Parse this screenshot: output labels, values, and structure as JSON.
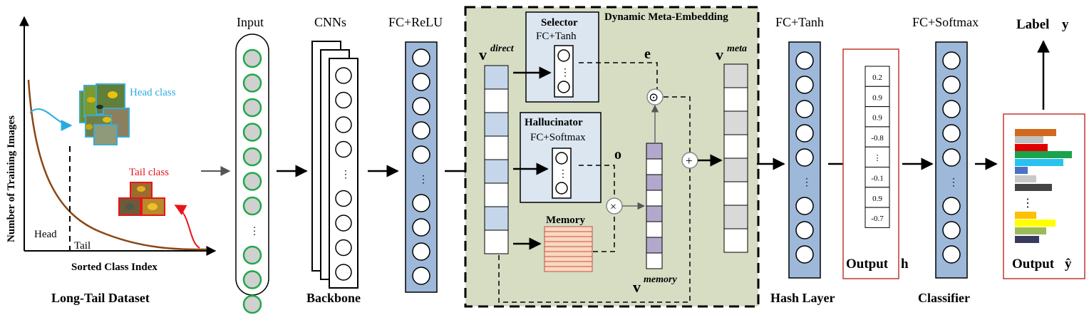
{
  "dataset": {
    "y_axis": "Number of Training Images",
    "x_axis": "Sorted Class Index",
    "head": "Head",
    "tail": "Tail",
    "head_class": "Head class",
    "tail_class": "Tail class",
    "caption": "Long-Tail Dataset",
    "colors": {
      "curve": "#8B4513",
      "head_arrow": "#29ABE2",
      "tail_arrow": "#E8141B"
    }
  },
  "input": {
    "title": "Input"
  },
  "cnns": {
    "title": "CNNs",
    "caption": "Backbone"
  },
  "fc_relu": {
    "title": "FC+ReLU"
  },
  "dme": {
    "title": "Dynamic Meta-Embedding",
    "v_direct": "v",
    "v_direct_sup": "direct",
    "selector": {
      "title": "Selector",
      "sub": "FC+Tanh"
    },
    "hallucinator": {
      "title": "Hallucinator",
      "sub": "FC+Softmax"
    },
    "memory": "Memory",
    "e": "e",
    "o": "o",
    "v_memory": "v",
    "v_memory_sup": "memory",
    "v_meta": "v",
    "v_meta_sup": "meta",
    "ops": {
      "odot": "⊙",
      "plus": "+",
      "times": "×"
    }
  },
  "hash": {
    "title": "FC+Tanh",
    "caption": "Hash Layer"
  },
  "output_h": {
    "values": [
      "0.2",
      "0.9",
      "0.9",
      "-0.8",
      "⋮",
      "-0.1",
      "0.9",
      "-0.7"
    ],
    "label": "Output",
    "var": "h"
  },
  "classifier": {
    "title": "FC+Softmax",
    "caption": "Classifier"
  },
  "label_y": {
    "label": "Label",
    "var": "y"
  },
  "output_yhat": {
    "label": "Output",
    "var": "ŷ"
  },
  "vdots": "⋮"
}
